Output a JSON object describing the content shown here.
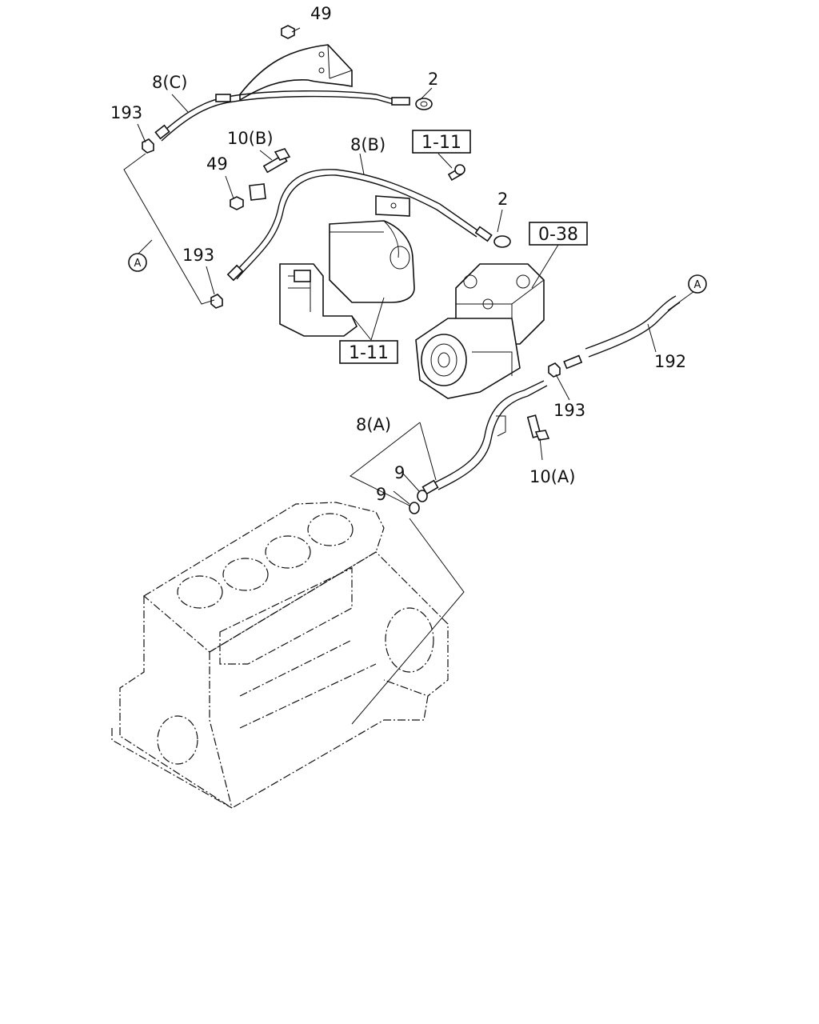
{
  "callouts": {
    "c49_top": "49",
    "c2_top": "2",
    "c8c": "8(C)",
    "c193_top": "193",
    "c10b": "10(B)",
    "c8b": "8(B)",
    "c49_mid": "49",
    "c193_mid": "193",
    "c2_mid": "2",
    "c192": "192",
    "c193_low": "193",
    "c8a": "8(A)",
    "c9a": "9",
    "c9b": "9",
    "c10a": "10(A)"
  },
  "ref_boxes": {
    "r1": "1-11",
    "r2": "1-11",
    "r3": "0-38"
  },
  "connectors": {
    "a_left": "A",
    "a_right": "A"
  }
}
